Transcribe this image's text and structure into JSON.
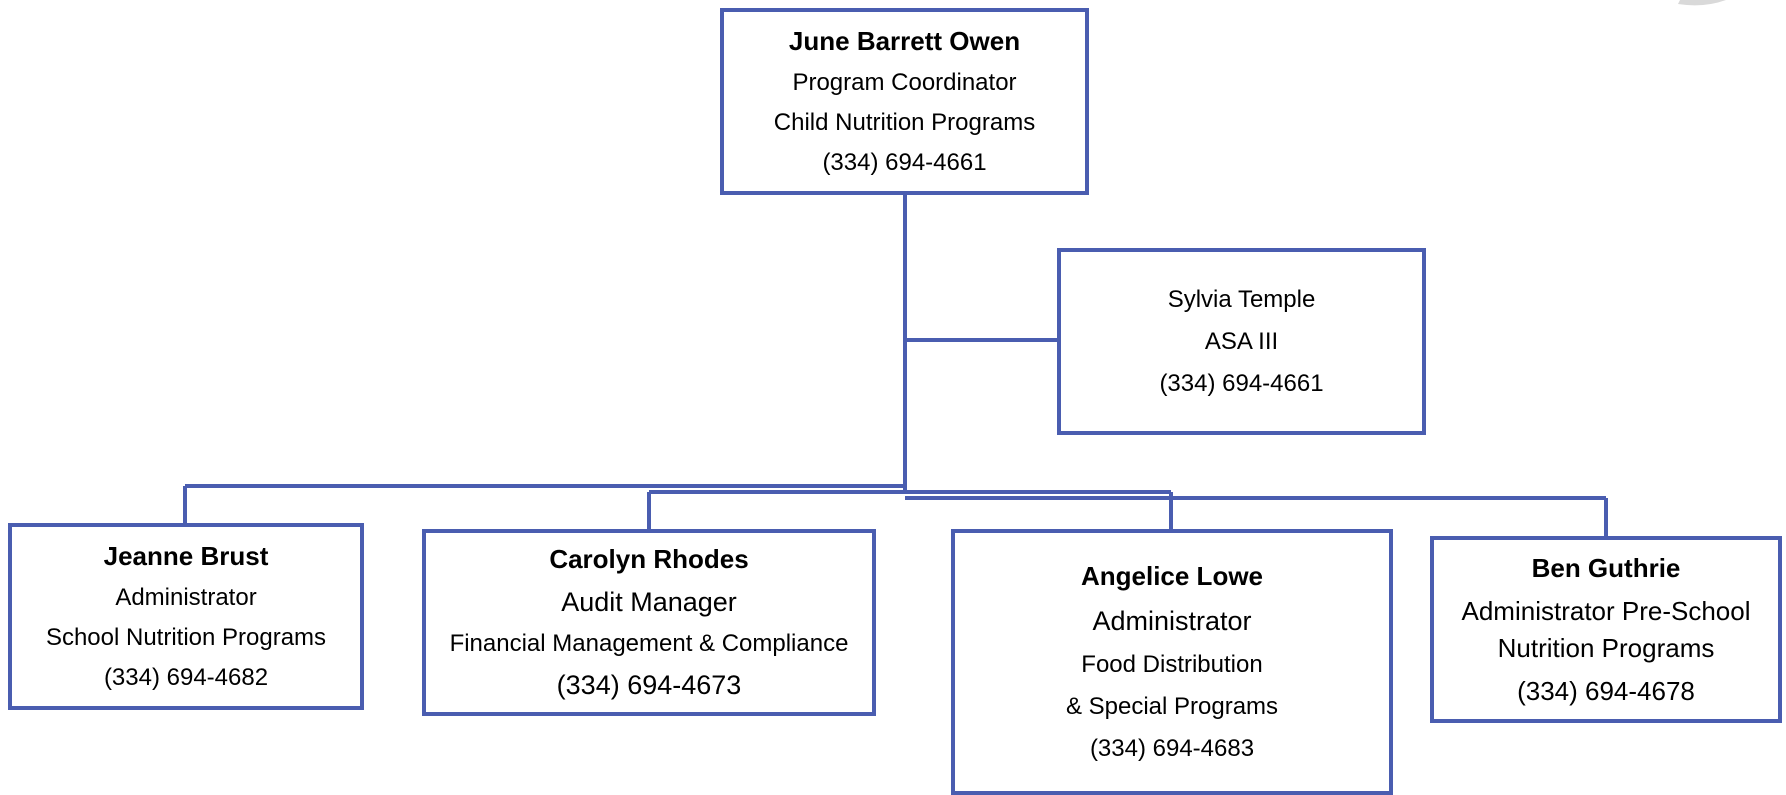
{
  "colors": {
    "border": "#4a5db0",
    "accent": "#7a1f1f"
  },
  "chart": {
    "type": "org-chart",
    "top": {
      "name": "June Barrett Owen",
      "lines": [
        "Program Coordinator",
        "Child Nutrition Programs",
        "(334) 694-4661"
      ]
    },
    "assistant": {
      "name": "",
      "lines": [
        "Sylvia Temple",
        "ASA III",
        "(334) 694-4661"
      ]
    },
    "reports": [
      {
        "name": "Jeanne Brust",
        "lines": [
          "Administrator",
          "School Nutrition Programs",
          "(334) 694-4682"
        ]
      },
      {
        "name": "Carolyn Rhodes",
        "lines": [
          "Audit Manager",
          "Financial Management & Compliance",
          "(334) 694-4673"
        ]
      },
      {
        "name": "Angelice Lowe",
        "lines": [
          "Administrator",
          "Food Distribution",
          "& Special Programs",
          "(334) 694-4683"
        ]
      },
      {
        "name": "Ben Guthrie",
        "lines": [
          "Administrator Pre-School",
          "Nutrition Programs",
          "(334) 694-4678"
        ]
      }
    ]
  }
}
